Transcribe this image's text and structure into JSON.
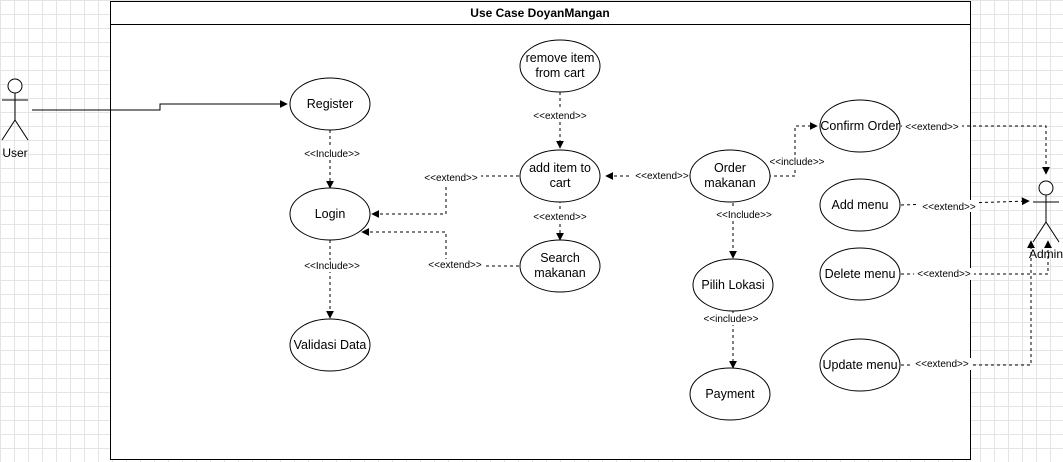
{
  "diagram": {
    "title": "Use Case DoyanMangan",
    "actors": {
      "user": "User",
      "admin": "Admin"
    },
    "use_cases": {
      "register": "Register",
      "login": "Login",
      "validasi_data": "Validasi Data",
      "remove_item_1": "remove item",
      "remove_item_2": "from cart",
      "add_item_1": "add item to",
      "add_item_2": "cart",
      "search_1": "Search",
      "search_2": "makanan",
      "order_1": "Order",
      "order_2": "makanan",
      "pilih_lokasi": "Pilih Lokasi",
      "payment": "Payment",
      "confirm_order": "Confirm Order",
      "add_menu": "Add menu",
      "delete_menu": "Delete menu",
      "update_menu": "Update menu"
    },
    "relations": {
      "register_login": "<<Include>>",
      "login_validasi": "<<Include>>",
      "add_login": "<<extend>>",
      "search_login": "<<extend>>",
      "remove_add": "<<extend>>",
      "add_search": "<<extend>>",
      "order_add": "<<extend>>",
      "order_confirm": "<<include>>",
      "order_pilih": "<<Include>>",
      "pilih_payment": "<<include>>",
      "confirm_admin": "<<extend>>",
      "addmenu_admin": "<<extend>>",
      "deletemenu_admin": "<<extend>>",
      "updatemenu_admin": "<<extend>>"
    }
  }
}
